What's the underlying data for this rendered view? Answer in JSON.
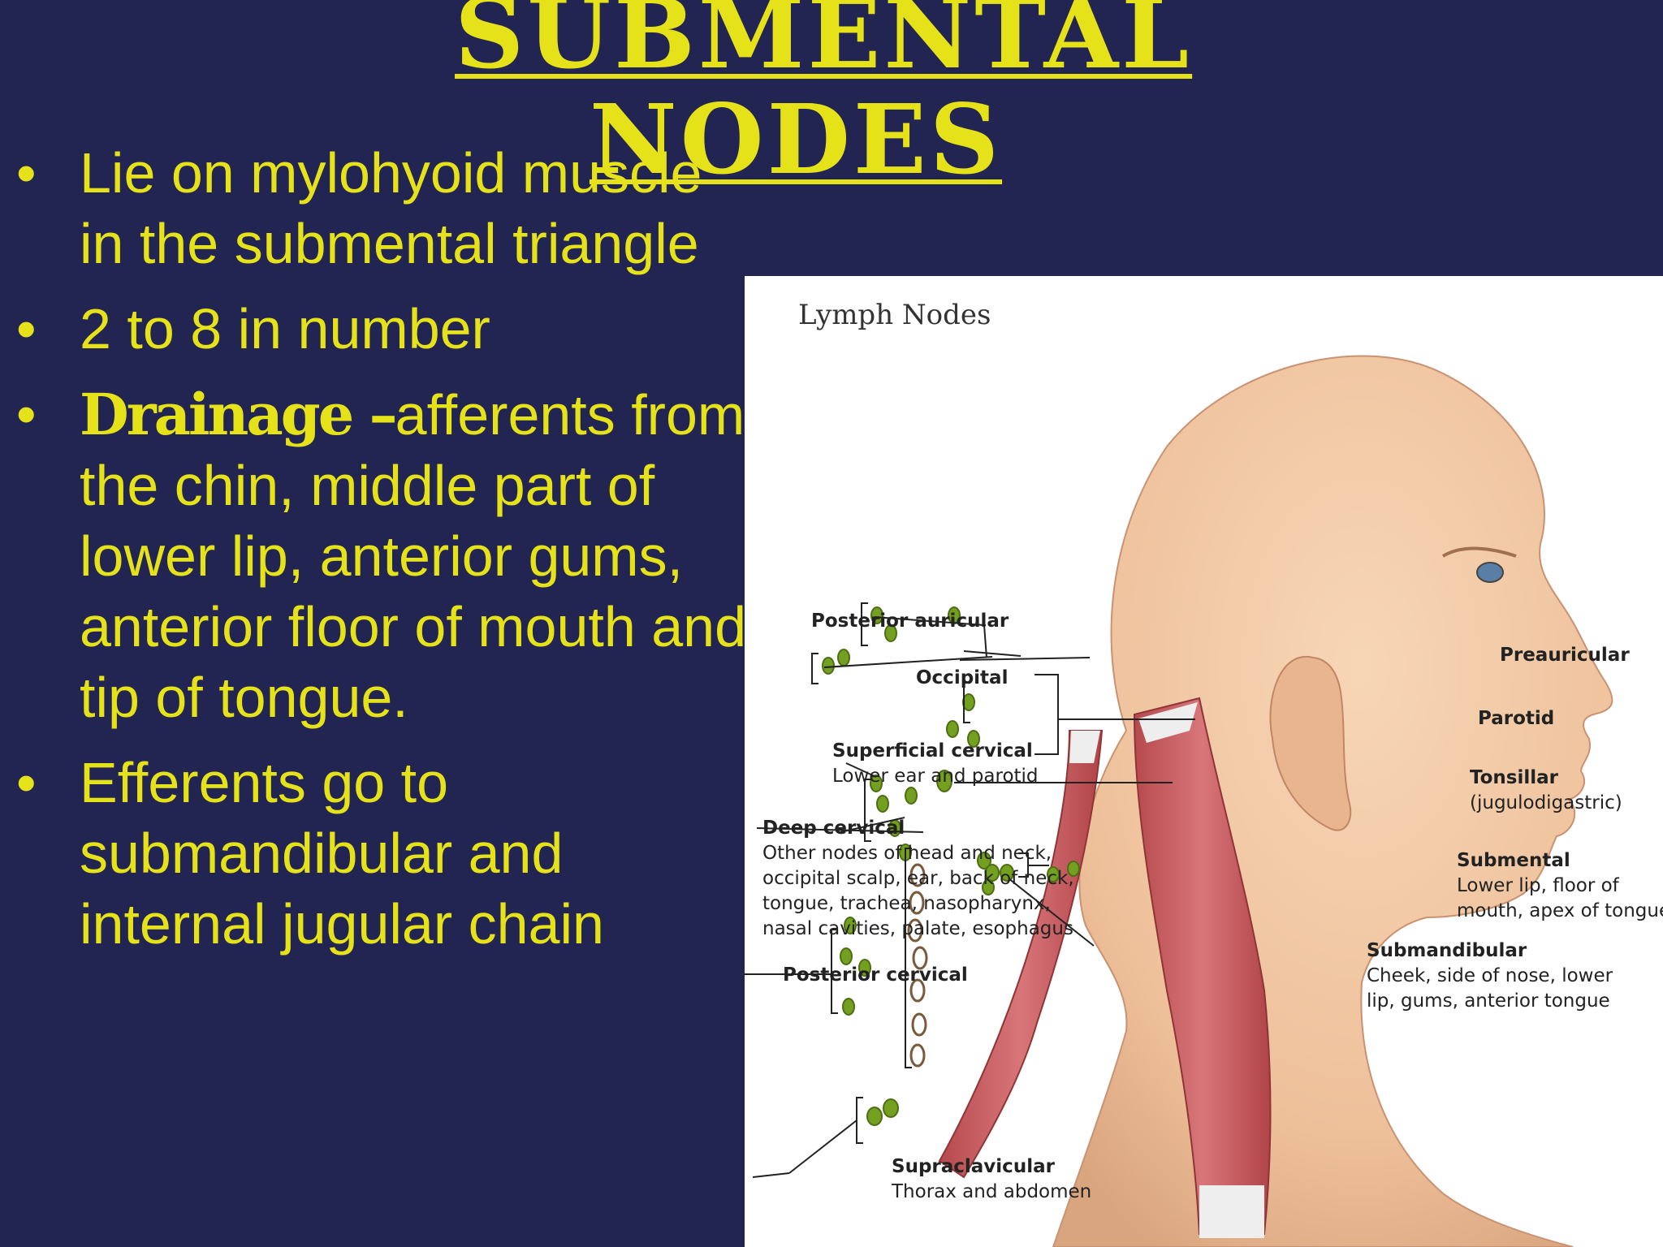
{
  "title": {
    "line1": "Submental",
    "line2": "Nodes"
  },
  "bullets": [
    {
      "text": "Lie on mylohyoid muscle in the submental triangle"
    },
    {
      "text": "2 to 8 in number"
    },
    {
      "bold": "Drainage –",
      "text": "afferents from the chin, middle part of lower lip, anterior gums, anterior floor of mouth and tip of tongue."
    },
    {
      "text": "Efferents go to submandibular and internal jugular chain"
    }
  ],
  "bullet_symbol": "•",
  "figure": {
    "title": "Lymph Nodes",
    "labels": {
      "posterior_auricular": "Posterior auricular",
      "occipital": "Occipital",
      "superficial_cervical": "Superficial cervical",
      "superficial_cervical_sub": "Lower ear and parotid",
      "deep_cervical": "Deep cervical",
      "deep_cervical_sub": [
        "Other nodes of head and neck,",
        "occipital scalp, ear, back of neck,",
        "tongue, trachea, nasopharynx,",
        "nasal cavities, palate, esophagus"
      ],
      "posterior_cervical": "Posterior cervical",
      "supraclavicular": "Supraclavicular",
      "supraclavicular_sub": "Thorax and abdomen",
      "preauricular": "Preauricular",
      "parotid": "Parotid",
      "tonsillar": "Tonsillar",
      "tonsillar_sub": "(jugulodigastric)",
      "submental": "Submental",
      "submental_sub": [
        "Lower lip, floor of",
        "mouth, apex of tongue"
      ],
      "submandibular": "Submandibular",
      "submandibular_sub": [
        "Cheek, side of nose, lower",
        "lip, gums, anterior tongue"
      ]
    }
  },
  "colors": {
    "background": "#222552",
    "text": "#e6e21a",
    "skin": "#f2c7a1",
    "muscle": "#c7585a",
    "node": "#6e9a1f"
  }
}
